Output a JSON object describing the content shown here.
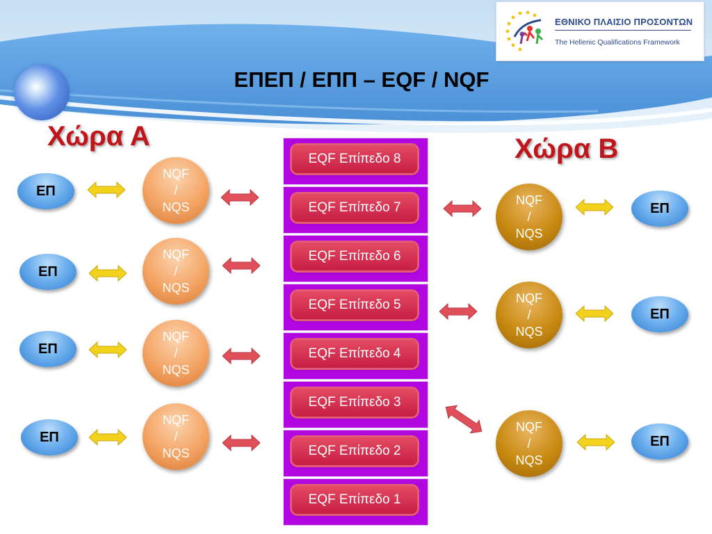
{
  "title": "ΕΠΕΠ / ΕΠΠ – EQF / NQF",
  "logo": {
    "title": "ΕΘΝΙΚΟ ΠΛΑΙΣΙΟ ΠΡΟΣΟΝΤΩΝ",
    "subtitle": "The Hellenic Qualifications Framework"
  },
  "country_a": {
    "label": "Χώρα Α",
    "rows": [
      {
        "ep": "ΕΠ",
        "nqf": [
          "NQF",
          "/",
          "NQS"
        ]
      },
      {
        "ep": "ΕΠ",
        "nqf": [
          "NQF",
          "/",
          "NQS"
        ]
      },
      {
        "ep": "ΕΠ",
        "nqf": [
          "NQF",
          "/",
          "NQS"
        ]
      },
      {
        "ep": "ΕΠ",
        "nqf": [
          "NQF",
          "/",
          "NQS"
        ]
      }
    ]
  },
  "country_b": {
    "label": "Χώρα Β",
    "rows": [
      {
        "ep": "ΕΠ",
        "nqf": [
          "NQF",
          "/",
          "NQS"
        ]
      },
      {
        "ep": "ΕΠ",
        "nqf": [
          "NQF",
          "/",
          "NQS"
        ]
      },
      {
        "ep": "ΕΠ",
        "nqf": [
          "NQF",
          "/",
          "NQS"
        ]
      }
    ]
  },
  "eqf_levels": [
    "EQF Επίπεδο 8",
    "EQF Επίπεδο 7",
    "EQF Επίπεδο 6",
    "EQF Επίπεδο 5",
    "EQF Επίπεδο 4",
    "EQF Επίπεδο 3",
    "EQF Επίπεδο 2",
    "EQF Επίπεδο 1"
  ],
  "colors": {
    "eqf_column": "#b106e0",
    "eqf_label": "#d6304f",
    "country_label": "#c0151b",
    "ep_oval": "#4f9be3",
    "nqf_country_a": "#f4a464",
    "nqf_country_b": "#c98a12",
    "arrow_yellow": "#f2d21c",
    "arrow_red": "#e0505a"
  },
  "icons": [
    "logo-stars-figures-icon",
    "double-arrow-icon",
    "background-orb-icon"
  ]
}
